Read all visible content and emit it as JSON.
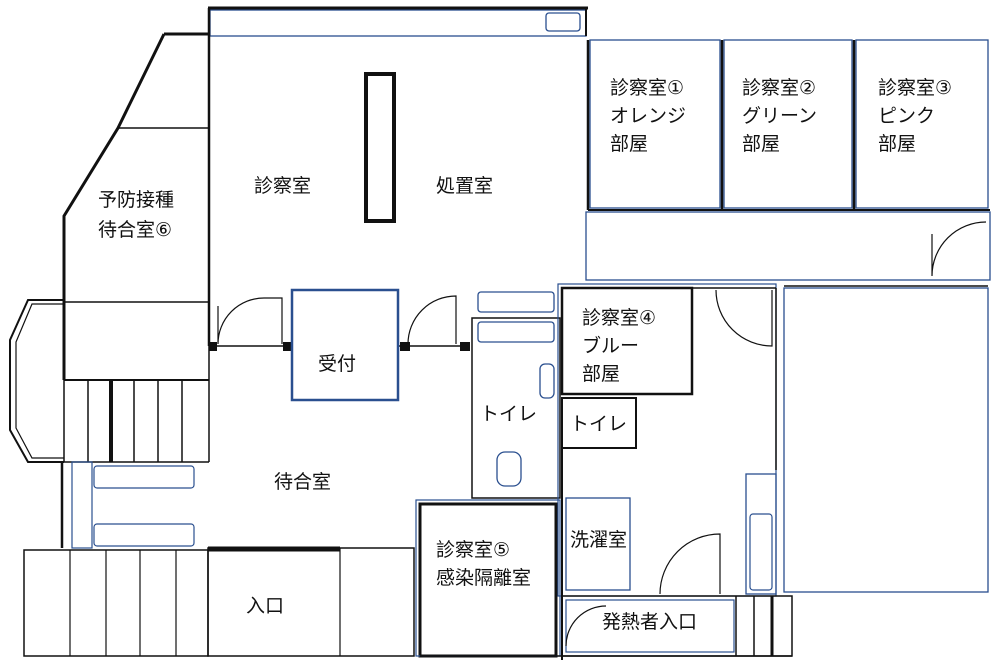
{
  "colors": {
    "wall": "#111111",
    "fixture": "#2a4f8f",
    "background": "#ffffff"
  },
  "labels": {
    "exam_room": [
      "診察室"
    ],
    "treatment_room": [
      "処置室"
    ],
    "vaccination_wait": [
      "予防接種",
      "待合室⑥"
    ],
    "reception": [
      "受付"
    ],
    "toilet_center": [
      "トイレ"
    ],
    "room1": [
      "診察室①",
      "オレンジ",
      "部屋"
    ],
    "room2": [
      "診察室②",
      "グリーン",
      "部屋"
    ],
    "room3": [
      "診察室③",
      "ピンク",
      "部屋"
    ],
    "room4": [
      "診察室④",
      "ブルー",
      "部屋"
    ],
    "toilet_right": [
      "トイレ"
    ],
    "waiting_room": [
      "待合室"
    ],
    "room5": [
      "診察室⑤",
      "感染隔離室"
    ],
    "laundry": [
      "洗濯室"
    ],
    "entrance": [
      "入口"
    ],
    "fever_entrance": [
      "発熱者入口"
    ]
  }
}
